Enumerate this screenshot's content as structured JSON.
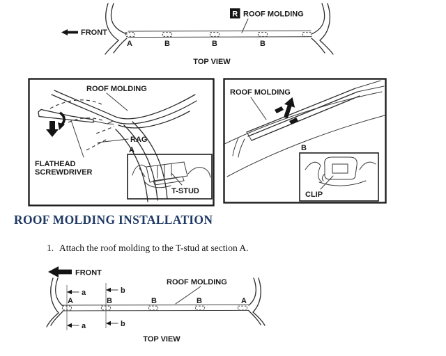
{
  "colors": {
    "heading": "#1f3864",
    "ink": "#1a1a1a"
  },
  "top_diagram": {
    "front_label": "FRONT",
    "r_badge": "R",
    "roof_molding_label": "ROOF MOLDING",
    "section_labels": [
      "A",
      "B",
      "B",
      "B"
    ],
    "caption": "TOP VIEW"
  },
  "left_figure": {
    "roof_molding_label": "ROOF MOLDING",
    "rag_label": "RAG",
    "flathead_line1": "FLATHEAD",
    "flathead_line2": "SCREWDRIVER",
    "inset_label": "A",
    "inset_caption": "T-STUD"
  },
  "right_figure": {
    "roof_molding_label": "ROOF MOLDING",
    "inset_label": "B",
    "inset_caption": "CLIP"
  },
  "section": {
    "heading": "ROOF MOLDING INSTALLATION",
    "step_number": "1.",
    "step_text": "Attach the roof molding to the T-stud at section A."
  },
  "bottom_diagram": {
    "front_label": "FRONT",
    "roof_molding_label": "ROOF MOLDING",
    "section_labels": [
      "A",
      "B",
      "B",
      "B",
      "A"
    ],
    "dim_top_a": "a",
    "dim_top_b": "b",
    "dim_bottom_a": "a",
    "dim_bottom_b": "b",
    "caption": "TOP VIEW"
  }
}
